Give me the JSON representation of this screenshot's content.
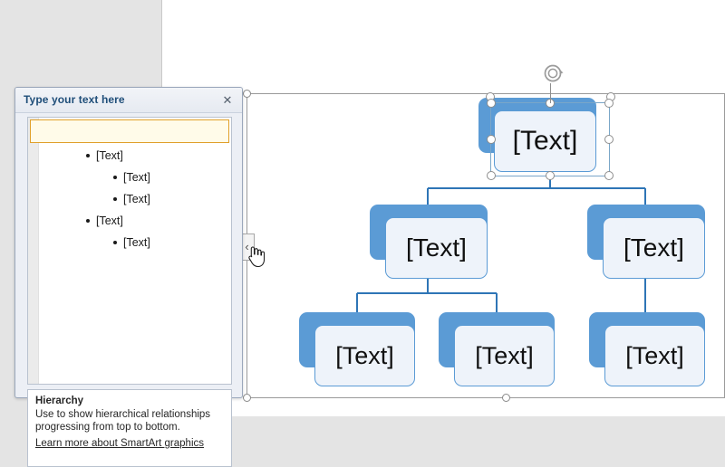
{
  "window": {
    "background_color": "#e4e4e4",
    "page_color": "#ffffff"
  },
  "text_pane": {
    "title": "Type your text here",
    "close_label": "✕",
    "rows": [
      {
        "level": 0,
        "text": "",
        "selected": true
      },
      {
        "level": 1,
        "text": "[Text]",
        "selected": false
      },
      {
        "level": 2,
        "text": "[Text]",
        "selected": false
      },
      {
        "level": 2,
        "text": "[Text]",
        "selected": false
      },
      {
        "level": 1,
        "text": "[Text]",
        "selected": false
      },
      {
        "level": 2,
        "text": "[Text]",
        "selected": false
      }
    ],
    "description": {
      "title": "Hierarchy",
      "body": "Use to show hierarchical relationships progressing from top to bottom.",
      "link": "Learn more about SmartArt graphics"
    },
    "toggle": {
      "icon": "‹",
      "name": "text-pane-collapse-toggle"
    }
  },
  "smartart": {
    "layout_name": "Hierarchy",
    "accent_color": "#5b9bd5",
    "node_fill_color": "#eef3fa",
    "connector_color": "#2e75b6",
    "selection_color": "#7aa6c8",
    "nodes": [
      {
        "id": "root",
        "label": "[Text]",
        "level": 1,
        "selected": true
      },
      {
        "id": "l2-a",
        "label": "[Text]",
        "level": 2,
        "selected": false
      },
      {
        "id": "l2-b",
        "label": "[Text]",
        "level": 2,
        "selected": false
      },
      {
        "id": "l3-a",
        "label": "[Text]",
        "level": 3,
        "selected": false
      },
      {
        "id": "l3-b",
        "label": "[Text]",
        "level": 3,
        "selected": false
      },
      {
        "id": "l3-c",
        "label": "[Text]",
        "level": 3,
        "selected": false
      }
    ]
  },
  "cursor": {
    "type": "hand-pointer"
  }
}
